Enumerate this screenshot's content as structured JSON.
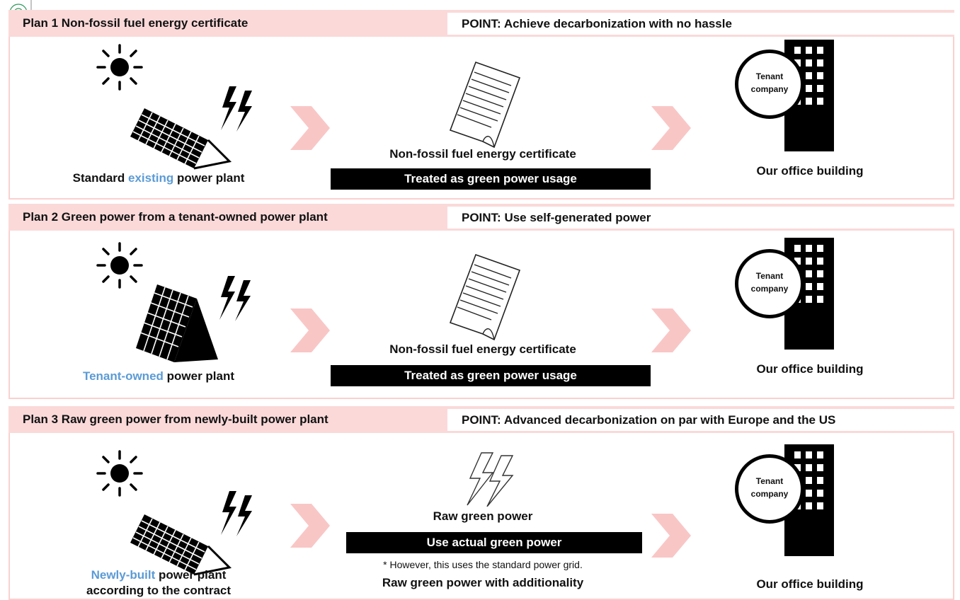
{
  "plans": [
    {
      "title": "Plan 1 Non-fossil fuel energy certificate",
      "point": "POINT: Achieve decarbonization with no hassle",
      "source_label_pre": "Standard ",
      "source_label_hl": "existing",
      "source_label_post": " power plant",
      "middle_label": "Non-fossil fuel energy certificate",
      "middle_bar": "Treated as green power usage",
      "dest_circle_line1": "Tenant",
      "dest_circle_line2": "company",
      "dest_label": "Our office building"
    },
    {
      "title": "Plan 2 Green power from a tenant-owned power plant",
      "point": "POINT: Use self-generated power",
      "source_label_hl": "Tenant-owned",
      "source_label_post": " power plant",
      "middle_label": "Non-fossil fuel energy certificate",
      "middle_bar": "Treated as green power usage",
      "dest_circle_line1": "Tenant",
      "dest_circle_line2": "company",
      "dest_label": "Our office building"
    },
    {
      "title": "Plan 3 Raw green power from newly-built power plant",
      "point": "POINT: Advanced decarbonization on par with Europe and the US",
      "source_label_hl": "Newly-built",
      "source_label_post": " power plant",
      "source_label_line2": "according to the contract",
      "middle_label": "Raw green power",
      "middle_bar": "Use actual green power",
      "middle_note": "* However, this uses the standard power grid.",
      "middle_sub": "Raw green power with additionality",
      "dest_circle_line1": "Tenant",
      "dest_circle_line2": "company",
      "dest_label": "Our office building"
    }
  ],
  "icons": {
    "sun": "sun-icon",
    "solar_panel": "solar-panel-icon",
    "lightning": "lightning-icon",
    "certificate": "certificate-document-icon",
    "arrow": "chevron-right-arrow-icon",
    "building": "office-building-icon"
  },
  "colors": {
    "header_pink": "#fbd9d9",
    "arrow_pink": "#f9c6c6",
    "highlight_blue": "#5b9bd5",
    "bar_black": "#000000"
  }
}
